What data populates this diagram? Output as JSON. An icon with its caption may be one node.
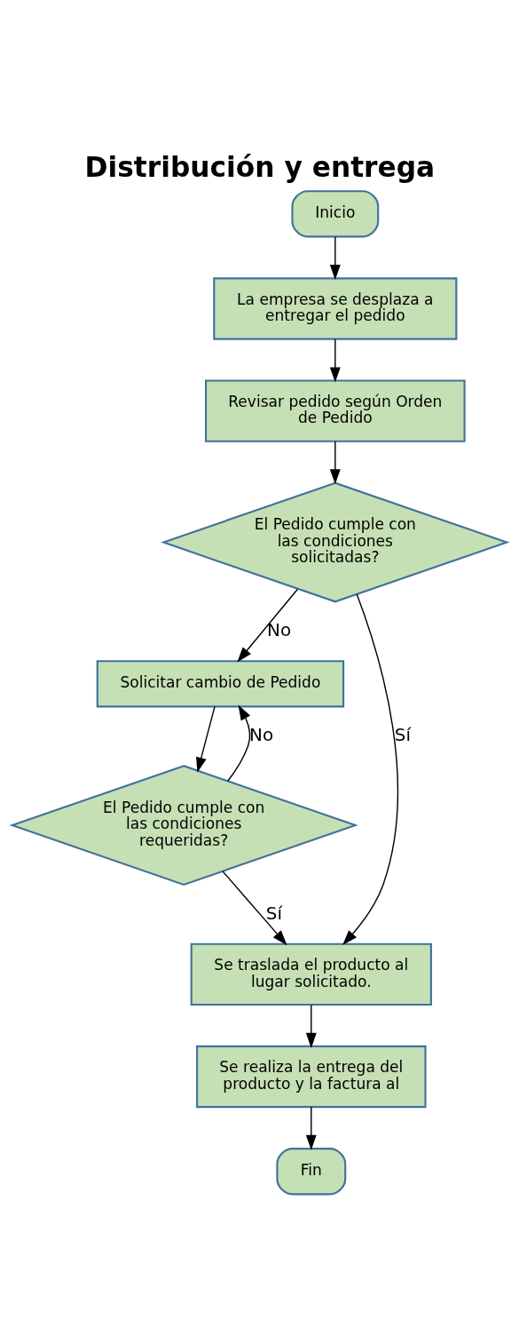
{
  "diagram": {
    "title": "Distribución y entrega",
    "nodes": [
      {
        "text": [
          "Inicio"
        ]
      },
      {
        "text": [
          "La empresa se desplaza a entregar el pedido"
        ]
      },
      {
        "text": [
          "Revisar pedido según Orden de Pedido"
        ]
      },
      {
        "text": [
          "El Pedido cumple con las condiciones solicitadas?"
        ]
      },
      {
        "text": [
          "Solicitar cambio de Pedido"
        ]
      },
      {
        "text": [
          "El Pedido cumple con las condiciones requeridas?"
        ]
      },
      {
        "text": [
          "Se traslada el producto al lugar solicitado."
        ]
      },
      {
        "text": [
          "Se realiza la entrega del producto y la factura al"
        ]
      },
      {
        "text": [
          "Fin"
        ]
      }
    ],
    "edges": [
      {
        "from": 0,
        "to": 1,
        "arrow": "to"
      },
      {
        "from": 1,
        "to": 2,
        "arrow": "to"
      },
      {
        "from": 2,
        "to": 3,
        "arrow": "to"
      },
      {
        "from": 3,
        "to": 4,
        "arrow": "to",
        "label": "No"
      },
      {
        "from": 3,
        "to": 6,
        "arrow": "to",
        "label": "Sí"
      },
      {
        "from": 4,
        "to": 5,
        "arrow": "to"
      },
      {
        "from": 5,
        "to": 4,
        "arrow": "to",
        "label": "No"
      },
      {
        "from": 5,
        "to": 6,
        "arrow": "to",
        "label": "Sí"
      },
      {
        "from": 6,
        "to": 7,
        "arrow": "to"
      },
      {
        "from": 7,
        "to": 8,
        "arrow": "to"
      }
    ]
  }
}
